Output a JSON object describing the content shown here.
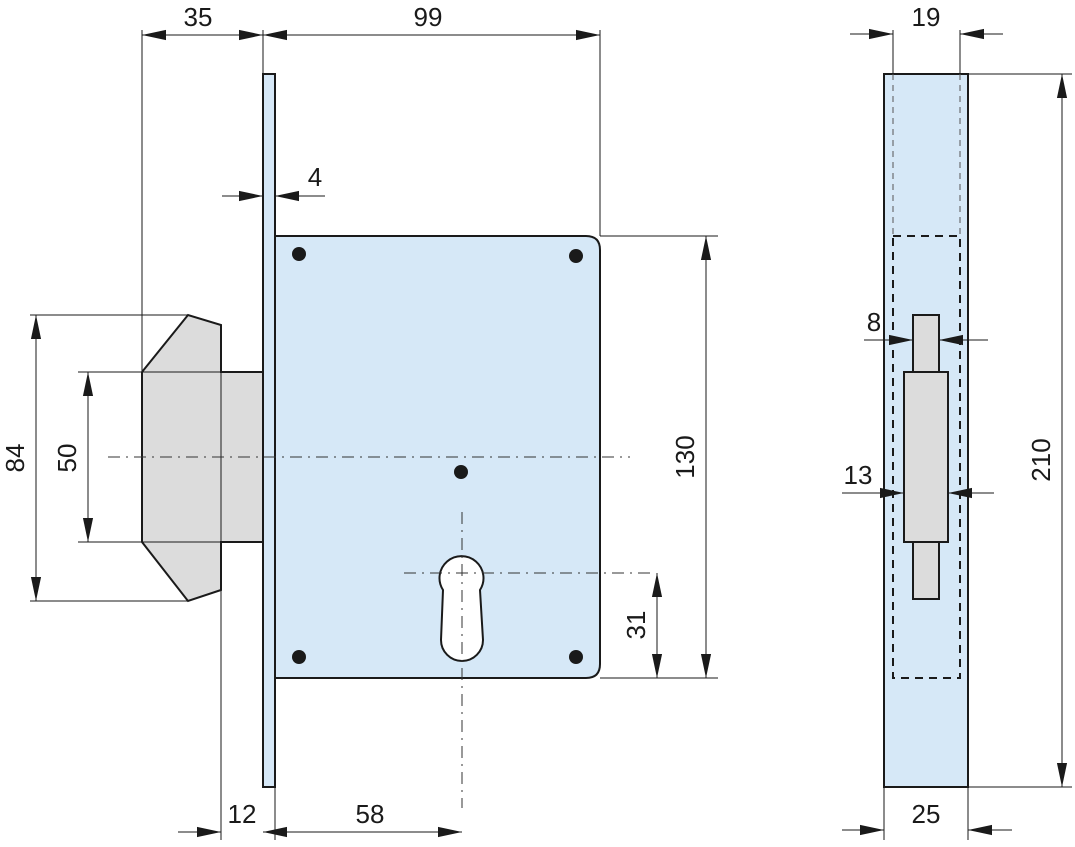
{
  "colors": {
    "plate_fill": "#d6e8f7",
    "bolt_fill": "#dcdcdc",
    "line": "#1a1a1a",
    "hole": "#1a1a1a"
  },
  "dimensions": {
    "bolt_projection": "35",
    "case_width": "99",
    "faceplate_thickness": "4",
    "bolt_total_height": "84",
    "bolt_body_height": "50",
    "case_height": "130",
    "cylinder_height": "31",
    "bolt_to_plate": "12",
    "backset": "58",
    "case_depth": "19",
    "faceplate_width": "25",
    "faceplate_length": "210",
    "latch_width": "8",
    "bolt_width": "13"
  }
}
